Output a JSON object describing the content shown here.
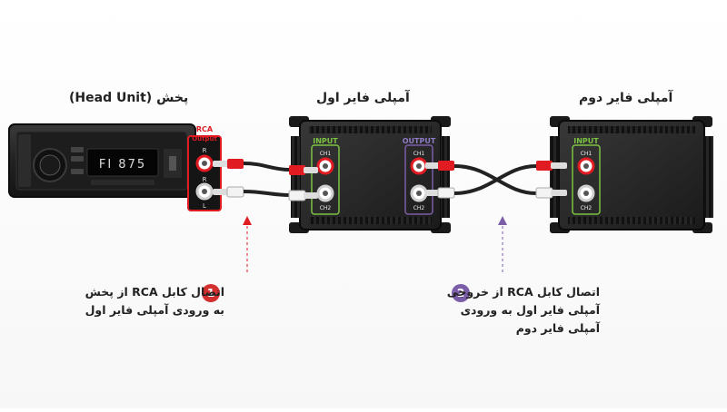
{
  "titles": {
    "head_unit": "پخش (Head Unit)",
    "amp1": "آمپلی فایر اول",
    "amp2": "آمپلی فایر دوم"
  },
  "head_unit": {
    "display": "FI 875",
    "rca_label_line1": "RCA",
    "rca_label_line2": "Output",
    "r": "R",
    "l": "L"
  },
  "amp1": {
    "input_label": "INPUT",
    "output_label": "OUTPUT",
    "ch1": "CH1",
    "ch2": "CH2"
  },
  "amp2": {
    "input_label": "INPUT",
    "ch1": "CH1",
    "ch2": "CH2"
  },
  "steps": [
    {
      "number": "1",
      "line1": "اتصال کابل RCA از پخش",
      "line2": "به ورودی آمپلی فایر اول",
      "line3": "",
      "color": "#d32f2f"
    },
    {
      "number": "2",
      "line1": "اتصال کابل RCA از خروجی",
      "line2": "آمپلی فایر اول به ورودی",
      "line3": "آمپلی فایر دوم",
      "color": "#7b5ea7"
    }
  ],
  "colors": {
    "red": "#e11b22",
    "purple": "#7b5ea7",
    "green": "#7cc242",
    "device": "#222222"
  }
}
